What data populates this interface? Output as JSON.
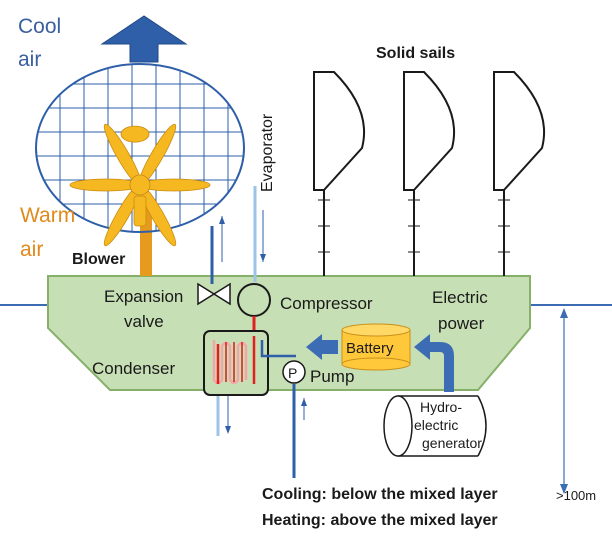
{
  "labels": {
    "cool_air_line1": "Cool",
    "cool_air_line2": "air",
    "warm_air_line1": "Warm",
    "warm_air_line2": "air",
    "blower": "Blower",
    "evaporator": "Evaporator",
    "solid_sails": "Solid sails",
    "expansion_valve_line1": "Expansion",
    "expansion_valve_line2": "valve",
    "compressor": "Compressor",
    "electric_power_line1": "Electric",
    "electric_power_line2": "power",
    "condenser": "Condenser",
    "battery": "Battery",
    "pump_symbol": "P",
    "pump": "Pump",
    "hydro_line1": "Hydro-",
    "hydro_line2": "electric",
    "hydro_line3": "generator",
    "cooling_note": "Cooling: below the mixed layer",
    "heating_note": "Heating: above the mixed layer",
    "depth": ">100m"
  },
  "colors": {
    "cool_blue": "#2e5fa8",
    "warm_orange": "#e69a1e",
    "hull_fill": "#c7dfb4",
    "hull_stroke": "#86b06a",
    "water_line": "#3c6cb4",
    "battery_fill": "#ffc83a",
    "refrigerant_red": "#e02020",
    "pipe_light_blue": "#9dc3e6",
    "pipe_pink": "#f2a6a6",
    "label_blue": "#3a5fa0",
    "label_orange": "#e08a1e"
  }
}
